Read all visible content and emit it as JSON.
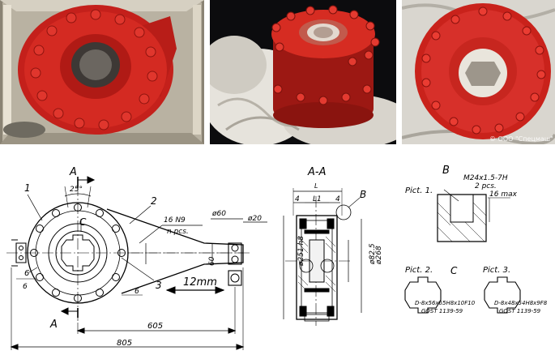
{
  "photos": {
    "watermark": "© OOO \"Спецмаш\""
  },
  "drawing": {
    "callouts": [
      "1",
      "2",
      "3",
      "6"
    ],
    "section_arrow_label": "A",
    "angle": "25°",
    "keyway": "16 N9",
    "keyway_count": "n pcs.",
    "dia_60": "ø60",
    "dia_20": "ø20",
    "dim_60": "60",
    "dim_6a": "6",
    "dim_6b": "6",
    "dim_12mm": "12mm",
    "dim_605": "605",
    "dim_805": "805",
    "detail_c": "C"
  },
  "section": {
    "title": "A-A",
    "L": "L",
    "dim_4a": "4",
    "L1": "L1",
    "dim_4b": "4",
    "detail_b": "B",
    "dia_251": "ø251 h8",
    "dia_82": "ø82.5",
    "dia_268": "ø268"
  },
  "detail": {
    "b_title": "B",
    "pict1": "Pict. 1.",
    "thread": "M24x1.5-7H",
    "thread_count": "2 pcs.",
    "max": "16 max",
    "c_title": "C",
    "pict2": "Pict. 2.",
    "pict3": "Pict. 3.",
    "spec2a": "D-8x56x65H8x10F10",
    "spec2b": "GOST 1139-59",
    "spec3a": "D-8x48x54H8x9F8",
    "spec3b": "GOST 1139-59"
  }
}
